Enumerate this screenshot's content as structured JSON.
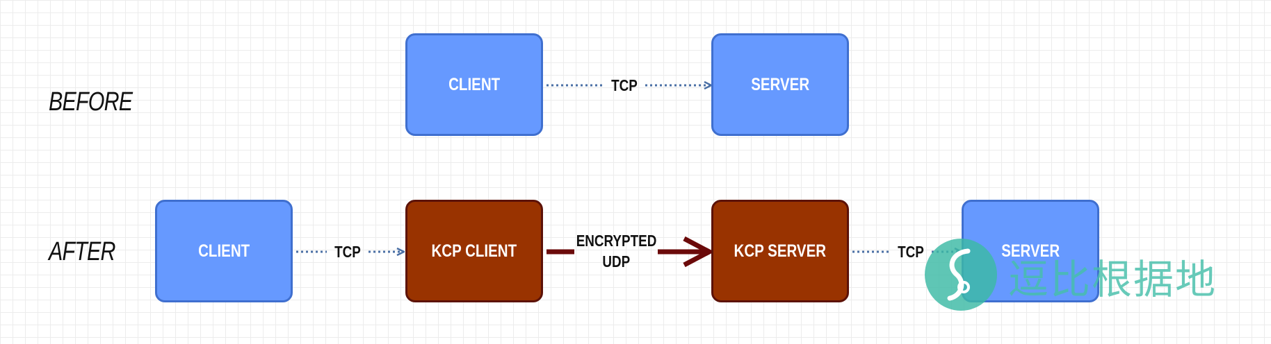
{
  "labels": {
    "before": "BEFORE",
    "after": "AFTER"
  },
  "before_row": {
    "client": "CLIENT",
    "server": "SERVER",
    "link": "TCP"
  },
  "after_row": {
    "client": "CLIENT",
    "kcp_client": "KCP CLIENT",
    "kcp_server": "KCP SERVER",
    "server": "SERVER",
    "link1": "TCP",
    "link2_line1": "ENCRYPTED",
    "link2_line2": "UDP",
    "link3": "TCP"
  },
  "watermark": {
    "text": "逗比根据地"
  },
  "colors": {
    "blue_box": "#6699ff",
    "blue_border": "#3f6fcf",
    "red_box": "#993300",
    "red_border": "#5c1208",
    "dotted_line": "#4a6fa5",
    "udp_arrow": "#6b0a0a"
  }
}
